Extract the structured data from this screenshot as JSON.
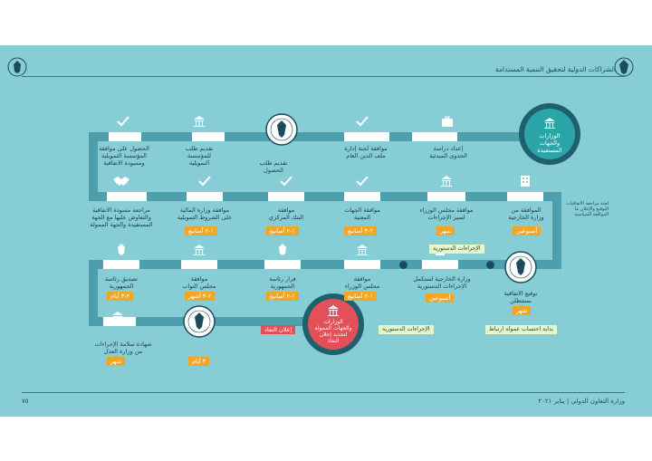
{
  "header": {
    "title": "الشراكات الدولية لتحقيق التنمية المستدامة"
  },
  "footer": {
    "left": "٧٥",
    "right": "وزارة التعاون الدولي | يناير ٢٠٢١"
  },
  "start_circle": {
    "label": "الوزارات\nوالجهات\nالمستفيدة"
  },
  "end_circle": {
    "label": "الوزارات\nوالجهات الممولة\nلتحديد إعلان\nالنفاذ"
  },
  "row1": [
    {
      "label": "إعداد دراسة\nالجدوى المبدئية",
      "icon": "briefcase-icon"
    },
    {
      "label": "موافقة لجنة إدارة\nملف الدين العام",
      "icon": "check-icon"
    },
    {
      "label": "تقديم طلب\nالحصول",
      "icon": "seal-icon"
    },
    {
      "label": "تقديم طلب\nللمؤسسة\nالتمويلية",
      "icon": "bank-icon"
    },
    {
      "label": "الحصول على موافقة\nالمؤسسة التمويلية\nومسودة الاتفاقية",
      "icon": "check-icon"
    }
  ],
  "row2": [
    {
      "label": "الموافقة من\nوزارة الخارجية",
      "icon": "building-icon",
      "duration": "أسبوعين"
    },
    {
      "label": "موافقة مجلس الوزراء\nلسير الإجراءات",
      "icon": "bank-icon",
      "duration": "شهر"
    },
    {
      "label": "موافقة الجهات\nالمعنية",
      "icon": "check-icon",
      "duration": "٢-٣ أسابيع"
    },
    {
      "label": "موافقة\nالبنك المركزي",
      "icon": "check-icon",
      "duration": "١-٢ أسابيع"
    },
    {
      "label": "موافقة وزارة المالية\nعلى الشروط التمويلية",
      "icon": "check-icon",
      "duration": "١-٢ أسابيع"
    },
    {
      "label": "مراجعة مسودة الاتفاقية\nوالتفاوض عليها مع الجهة\nالمستفيدة والجهة الممولة",
      "icon": "handshake-icon"
    }
  ],
  "row2_note": "لجنة مراجعة الاتفاقيات\nالتوقيع والإعلان ما\nالموافقة السياسية",
  "row3": [
    {
      "label": "توقيع الاتفاقية\nبستتطلن",
      "icon": "seal-icon",
      "duration": "شهر"
    },
    {
      "label": "وزارة الخارجية لستكمل\nالإجراءات الدستورية",
      "icon": "building-icon",
      "duration": "أسبوعين"
    },
    {
      "label": "موافقة\nمجلس الوزراء",
      "icon": "bank-icon",
      "duration": "١-٢ أسابيع"
    },
    {
      "label": "قرار رئاسة\nالجمهورية",
      "icon": "seal-icon",
      "duration": "١-٢ أسابيع"
    },
    {
      "label": "موافقة\nمجلس النواب",
      "icon": "bank-icon",
      "duration": "٢-٣ أشهر"
    },
    {
      "label": "تصديق رئاسة\nالجمهورية",
      "icon": "seal-icon",
      "duration": "٢-٣ أيام"
    }
  ],
  "row4": [
    {
      "label": "",
      "icon": "seal-icon",
      "duration": "٣ أيام"
    },
    {
      "label": "شهادة سلامة الإجراءات\nمن وزارة العدل",
      "icon": "bank-icon",
      "duration": "شهر"
    }
  ],
  "tags": {
    "constitutional_1": "الإجراءات الدستورية",
    "constitutional_2": "الإجراءات الدستورية",
    "commitment": "بداية احتساب عمولة ارتباط",
    "entry_force": "إعلان النفاذ"
  }
}
